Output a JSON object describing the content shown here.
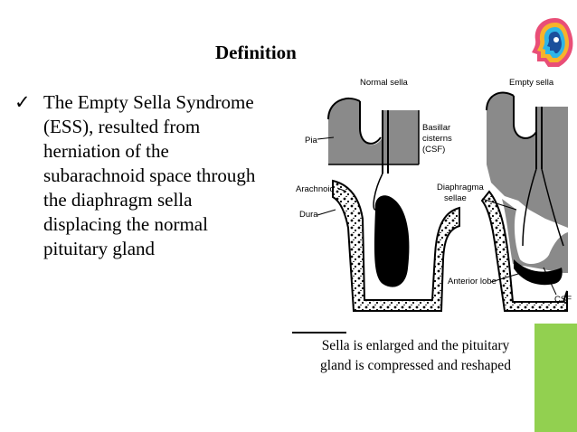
{
  "slide": {
    "title": "Definition",
    "bullet_text": "The Empty Sella Syndrome (ESS), resulted from herniation of the subarachnoid space through the diaphragm sella displacing the normal pituitary gland",
    "check_glyph": "✓",
    "figure_labels": {
      "normal": "Normal sella",
      "empty": "Empty sella",
      "pia": "Pia",
      "arachnoid": "Arachnoid",
      "dura": "Dura",
      "basillar1": "Basillar",
      "basillar2": "cisterns",
      "basillar3": "(CSF)",
      "diaphragma1": "Diaphragma",
      "diaphragma2": "sellae",
      "anterior": "Anterior lobe",
      "csf": "CSF"
    },
    "caption_line1": "Sella is enlarged and the pituitary",
    "caption_line2": "gland is compressed and reshaped"
  },
  "colors": {
    "accent_green": "#92d050",
    "grey_fill": "#8a8a8a"
  }
}
